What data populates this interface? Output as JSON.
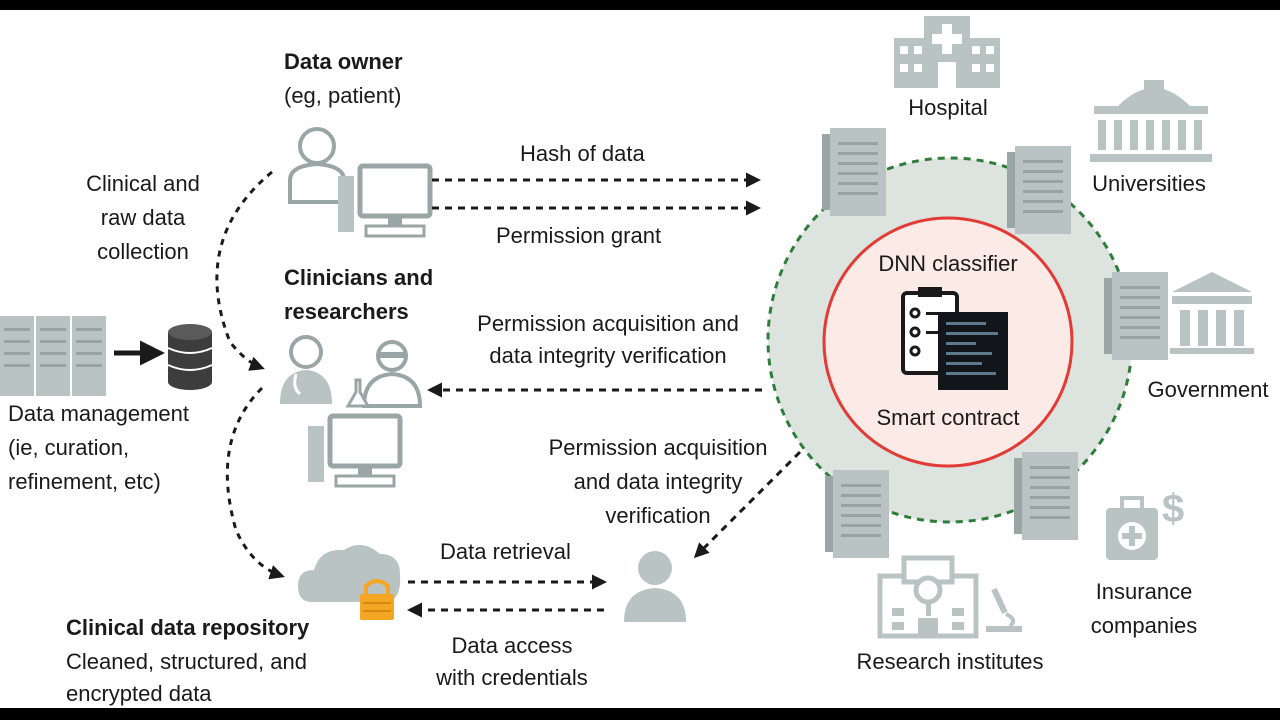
{
  "data_owner": {
    "title": "Data owner",
    "subtitle": "(eg, patient)"
  },
  "collection": {
    "line1": "Clinical and",
    "line2": "raw data",
    "line3": "collection"
  },
  "clinicians": {
    "line1": "Clinicians and",
    "line2": "researchers"
  },
  "data_management": {
    "line1": "Data management",
    "line2": "(ie, curation,",
    "line3": "refinement, etc)"
  },
  "repository": {
    "title": "Clinical data repository",
    "line2": "Cleaned, structured, and",
    "line3": "encrypted data"
  },
  "arrows": {
    "hash": "Hash of data",
    "grant": "Permission grant",
    "perm1_line1": "Permission acquisition and",
    "perm1_line2": "data integrity verification",
    "perm2_line1": "Permission acquisition",
    "perm2_line2": "and data integrity",
    "perm2_line3": "verification",
    "retrieval": "Data retrieval",
    "access_line1": "Data access",
    "access_line2": "with credentials"
  },
  "contract": {
    "classifier": "DNN classifier",
    "label": "Smart contract"
  },
  "nodes": {
    "hospital": "Hospital",
    "universities": "Universities",
    "government": "Government",
    "insurance_line1": "Insurance",
    "insurance_line2": "companies",
    "research": "Research institutes"
  },
  "colors": {
    "icon_gray": "#b9c3c3",
    "ring_green": "#2e7d3a",
    "ring_fill": "#dde3df",
    "contract_red": "#e23b35",
    "contract_fill": "#fbeae6",
    "lock_orange": "#f5a623"
  }
}
